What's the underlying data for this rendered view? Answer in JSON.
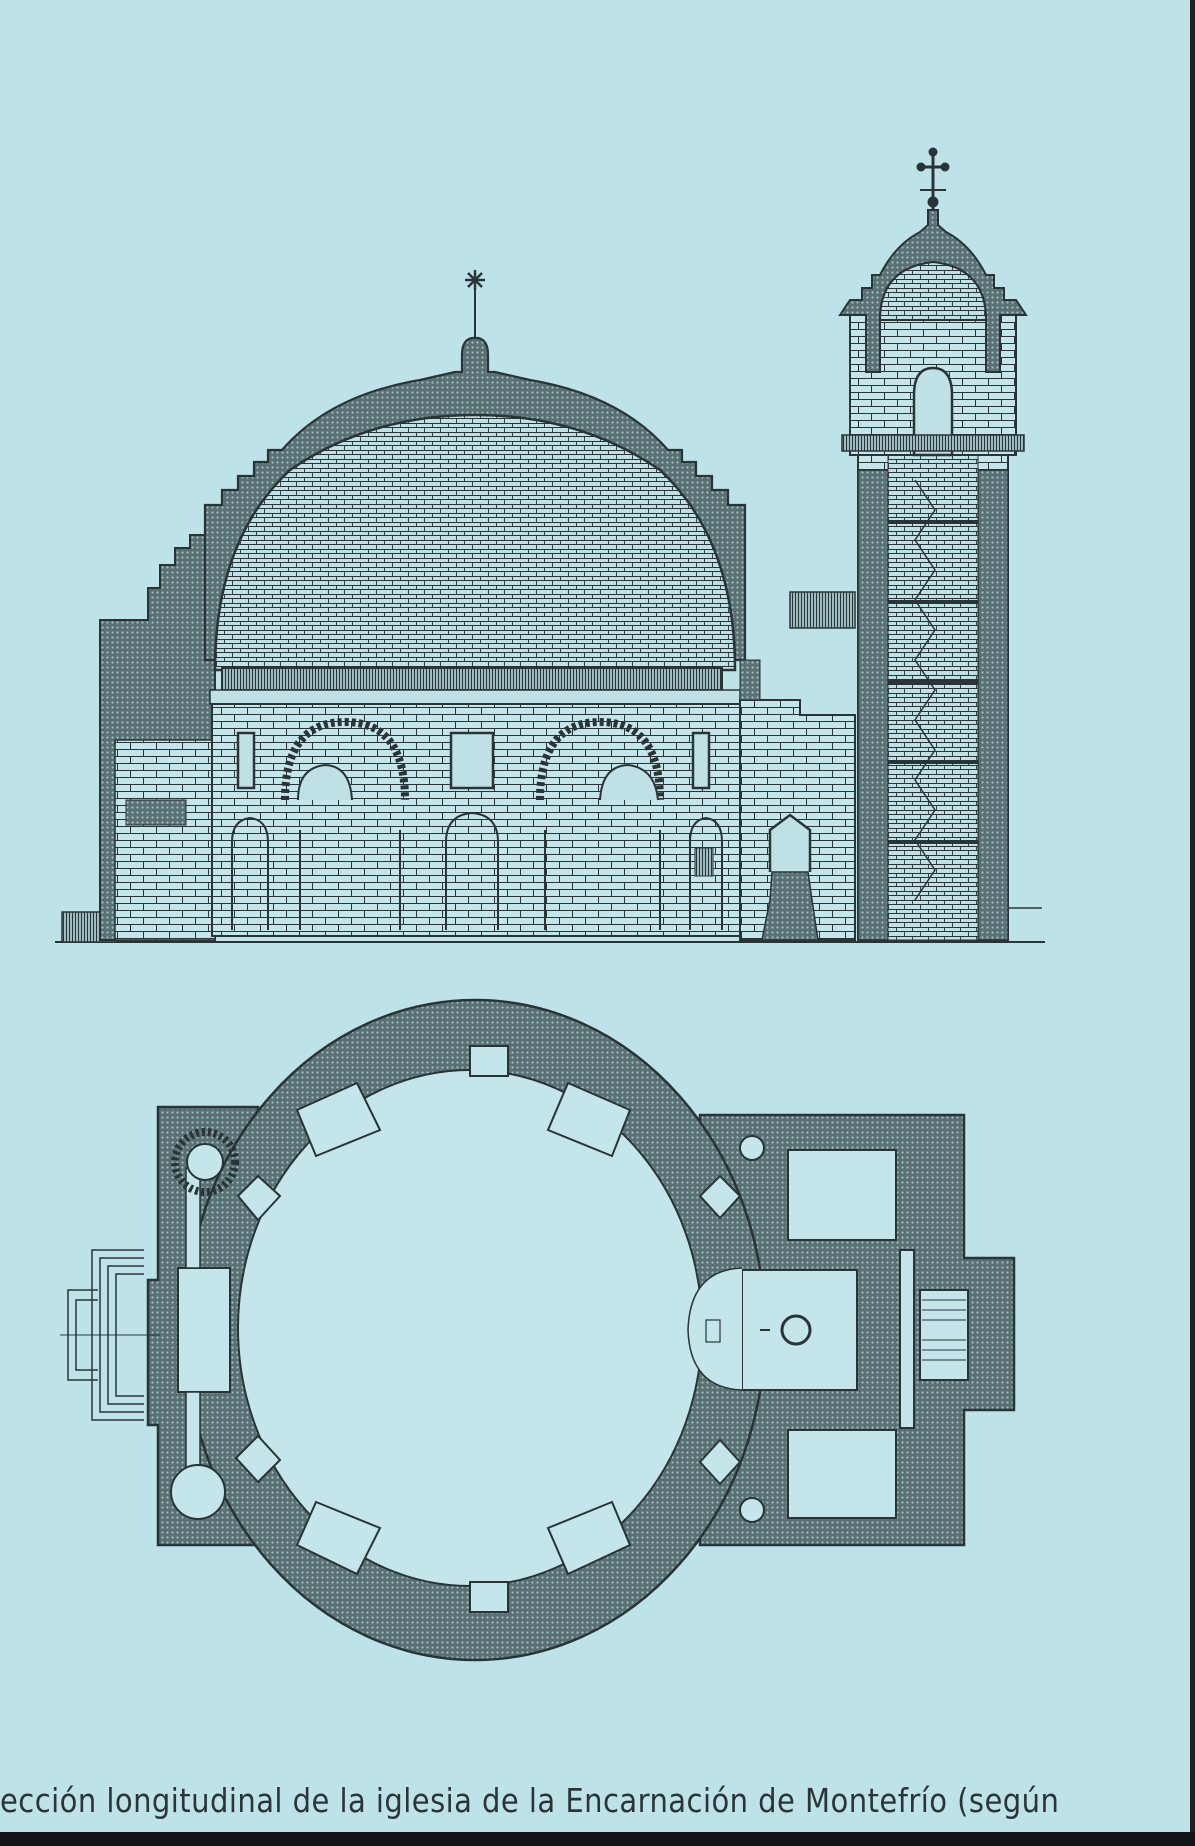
{
  "figure": {
    "caption": "ección longitudinal de la iglesia de la Encarnación de Montefrío (según",
    "drawings": [
      {
        "id": "section",
        "label": "longitudinal-section"
      },
      {
        "id": "plan",
        "label": "floor-plan"
      }
    ],
    "colors": {
      "background": "#bde3e8",
      "ink": "#2a3436",
      "hatch_fill": "#4f6466",
      "border": "#101416"
    }
  }
}
